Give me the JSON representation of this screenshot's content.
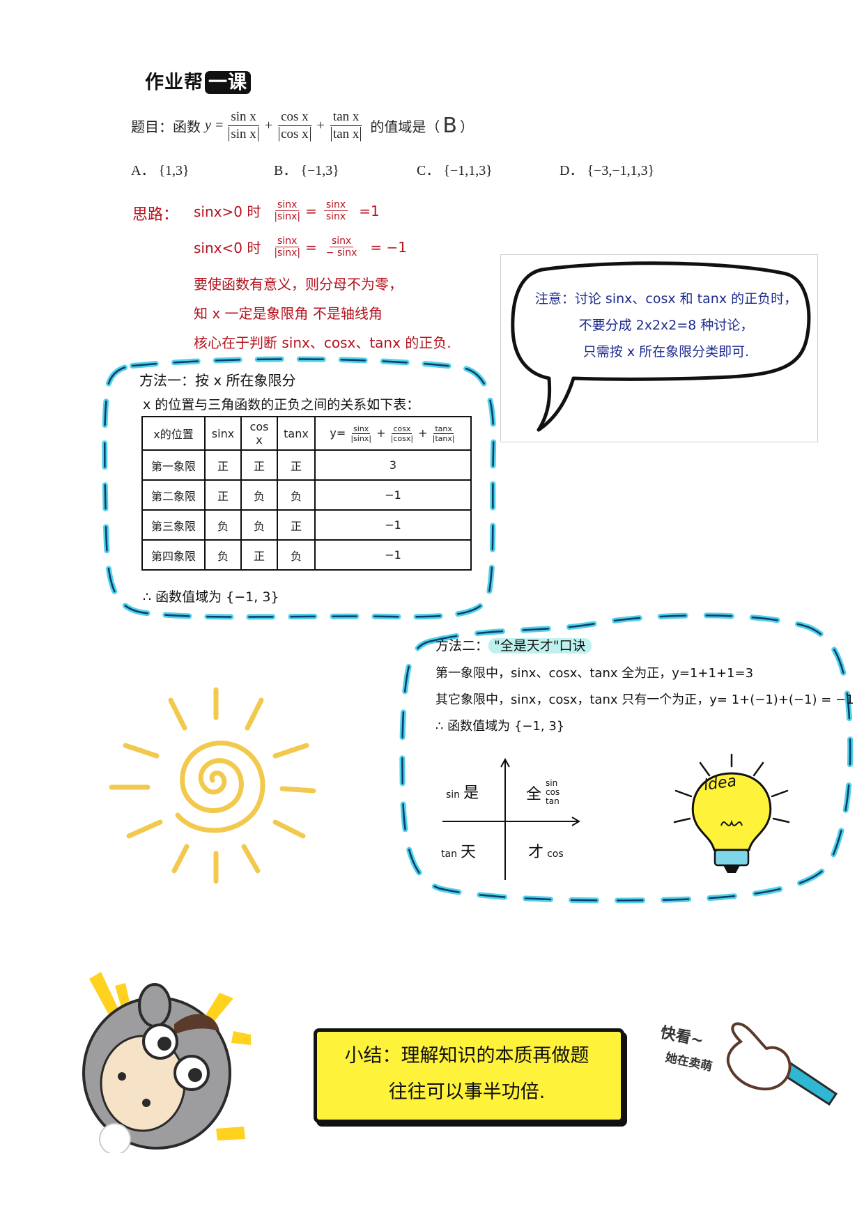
{
  "logo": {
    "text": "作业帮",
    "box_text": "一课"
  },
  "question": {
    "prefix": "题目：函数",
    "y": "y =",
    "term1_num": "sin x",
    "term1_den": "sin x",
    "term2_num": "cos x",
    "term2_den": "cos x",
    "term3_num": "tan x",
    "term3_den": "tan x",
    "plus": "+",
    "suffix_before": "的值域是（",
    "answer": "B",
    "suffix_after": "）"
  },
  "options": [
    {
      "label": "A．",
      "value": "{1,3}"
    },
    {
      "label": "B．",
      "value": "{−1,3}"
    },
    {
      "label": "C．",
      "value": "{−1,1,3}"
    },
    {
      "label": "D．",
      "value": "{−3,−1,1,3}"
    }
  ],
  "reasoning": {
    "label": "思路：",
    "line1_cond": "sinx>0 时",
    "line1_num": "sinx",
    "line1_den": "|sinx|",
    "line1_eq": "=",
    "line1_num2": "sinx",
    "line1_den2": "sinx",
    "line1_result": "=1",
    "line2_cond": "sinx<0 时",
    "line2_num": "sinx",
    "line2_den": "|sinx|",
    "line2_eq": "=",
    "line2_num2": "sinx",
    "line2_den2": "− sinx",
    "line2_result": "= −1",
    "line3": "要使函数有意义，则分母不为零，",
    "line4": "知 x 一定是象限角 不是轴线角",
    "line5": "核心在于判断 sinx、cosx、tanx 的正负."
  },
  "note": {
    "line1": "注意：讨论 sinx、cosx 和 tanx 的正负时，",
    "line2": "不要分成 2x2x2=8 种讨论，",
    "line3": "只需按 x 所在象限分类即可."
  },
  "method1": {
    "title": "方法一：按 x 所在象限分",
    "subtitle": "x 的位置与三角函数的正负之间的关系如下表：",
    "headers": {
      "pos": "x的位置",
      "sin": "sinx",
      "cos": "cos x",
      "tan": "tanx",
      "y": "y=",
      "f1n": "sinx",
      "f1d": "|sinx|",
      "f2n": "cosx",
      "f2d": "|cosx|",
      "f3n": "tanx",
      "f3d": "|tanx|",
      "plus": "+"
    },
    "rows": [
      {
        "pos": "第一象限",
        "sin": "正",
        "cos": "正",
        "tan": "正",
        "y": "3"
      },
      {
        "pos": "第二象限",
        "sin": "正",
        "cos": "负",
        "tan": "负",
        "y": "−1"
      },
      {
        "pos": "第三象限",
        "sin": "负",
        "cos": "负",
        "tan": "正",
        "y": "−1"
      },
      {
        "pos": "第四象限",
        "sin": "负",
        "cos": "正",
        "tan": "负",
        "y": "−1"
      }
    ],
    "conclusion": "∴ 函数值域为 {−1, 3}"
  },
  "method2": {
    "title_prefix": "方法二：",
    "title_highlight": "\"全是天才\"口诀",
    "line1": "第一象限中，sinx、cosx、tanx 全为正，y=1+1+1=3",
    "line2": "其它象限中，sinx，cosx，tanx 只有一个为正，y= 1+(−1)+(−1) = −1",
    "line3": "∴ 函数值域为 {−1, 3}",
    "q2_small": "sin",
    "q2_big": "是",
    "q1_big": "全",
    "q1_s1": "sin",
    "q1_s2": "cos",
    "q1_s3": "tan",
    "q3_small": "tan",
    "q3_big": "天",
    "q4_big": "才",
    "q4_small": "cos"
  },
  "bulb_text": "idea",
  "pointer": {
    "line1": "快看~",
    "line2": "她在卖萌"
  },
  "summary": {
    "line1": "小结：理解知识的本质再做题",
    "line2": "往往可以事半功倍."
  },
  "colors": {
    "red": "#b4121c",
    "blue": "#1e2b8f",
    "dash": "#4fd1e6",
    "yellow": "#fff23a",
    "sun": "#f2c94c"
  }
}
